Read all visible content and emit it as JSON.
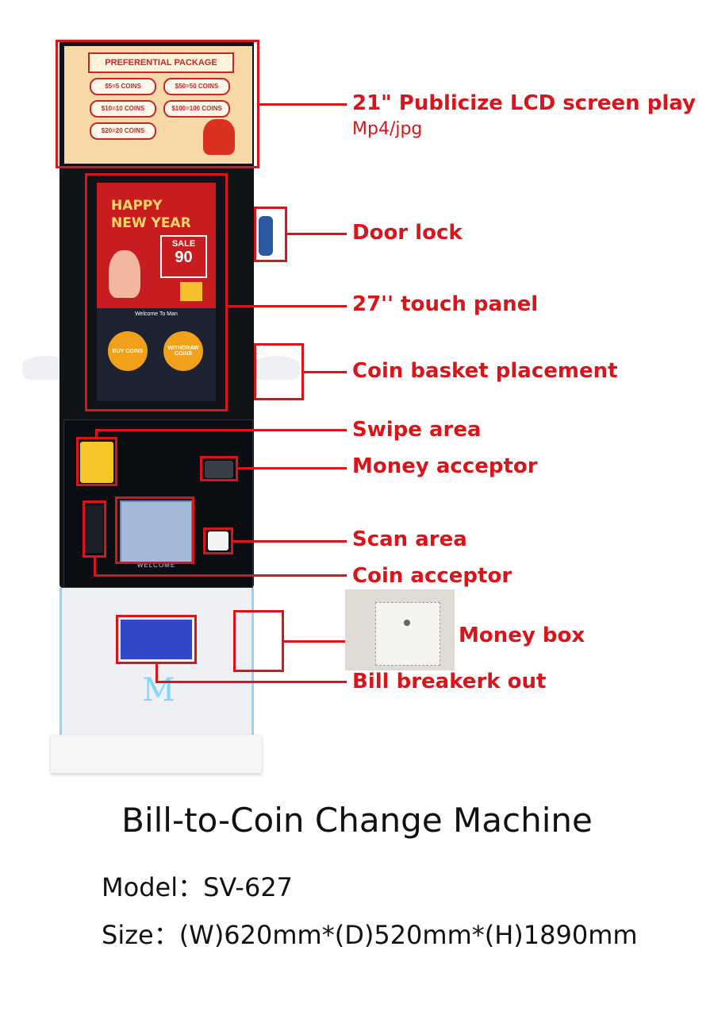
{
  "lcd": {
    "banner": "PREFERENTIAL PACKAGE",
    "packages": [
      "$5=5 COINS",
      "$50=50 COINS",
      "$10=10 COINS",
      "$100=100 COINS",
      "$20=20 COINS"
    ]
  },
  "panel": {
    "headline_1": "HAPPY",
    "headline_2": "NEW YEAR",
    "sale_label": "SALE",
    "sale_value": "90",
    "welcome": "Welcome To Man",
    "buy_button": "BUY COINS",
    "withdraw_button": "WITHDRAW COINS"
  },
  "machine": {
    "logo": "M",
    "welcome_strip": "WELCOME"
  },
  "callouts": {
    "lcd": "21\" Publicize LCD screen play",
    "lcd_sub": "Mp4/jpg",
    "door_lock": "Door lock",
    "touch_panel": "27'' touch panel",
    "coin_basket": "Coin basket placement",
    "swipe": "Swipe area",
    "money_acceptor": "Money acceptor",
    "scan": "Scan area",
    "coin_acceptor": "Coin acceptor",
    "money_box": "Money box",
    "bill_breaker": "Bill breakerk out"
  },
  "title": "Bill-to-Coin Change Machine",
  "specs": {
    "model": "Model：SV-627",
    "size": "Size：(W)620mm*(D)520mm*(H)1890mm"
  },
  "colors": {
    "accent": "#d9151b",
    "machine": "#101418",
    "cabinet": "#eef0f3",
    "glow": "#8fd3ff"
  }
}
